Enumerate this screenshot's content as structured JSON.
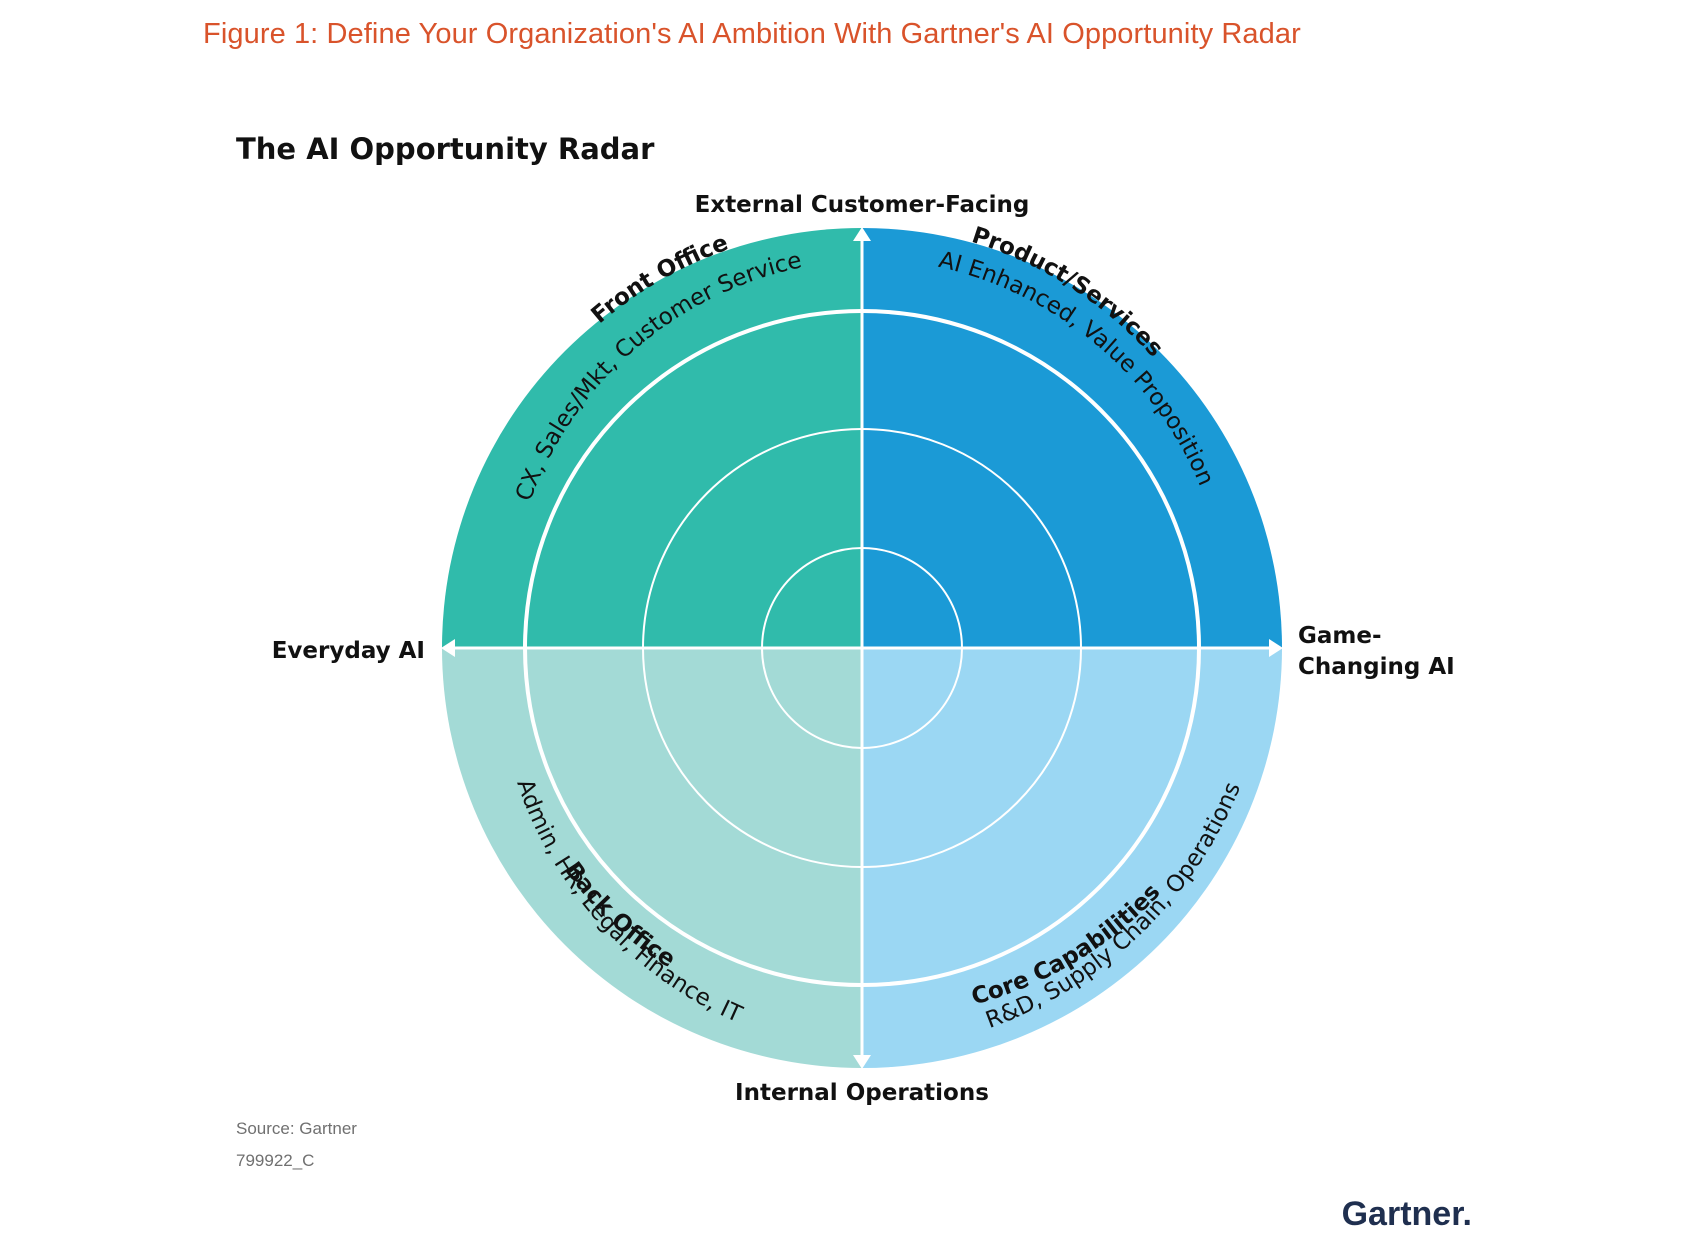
{
  "figure_title": "Figure 1: Define Your Organization's AI Ambition With Gartner's AI Opportunity Radar",
  "diagram_title": "The AI Opportunity Radar",
  "axes": {
    "top": "External Customer-Facing",
    "bottom": "Internal Operations",
    "left": "Everyday AI",
    "right_line1": "Game-",
    "right_line2": "Changing AI"
  },
  "quadrants": {
    "front_office": {
      "title": "Front Office",
      "subtitle": "CX, Sales/Mkt, Customer Service",
      "color": "#30bbab"
    },
    "product_services": {
      "title": "Product/Services",
      "subtitle": "AI Enhanced, Value Proposition",
      "color": "#1b9ad6"
    },
    "back_office": {
      "title": "Back Office",
      "subtitle": "Admin, HR, Legal, Finance, IT",
      "color": "#a3dad6"
    },
    "core_capabilities": {
      "title": "Core Capabilities",
      "subtitle": "R&D, Supply Chain, Operations",
      "color": "#9bd7f3"
    }
  },
  "source": "Source: Gartner",
  "figure_id": "799922_C",
  "logo": "Gartner."
}
